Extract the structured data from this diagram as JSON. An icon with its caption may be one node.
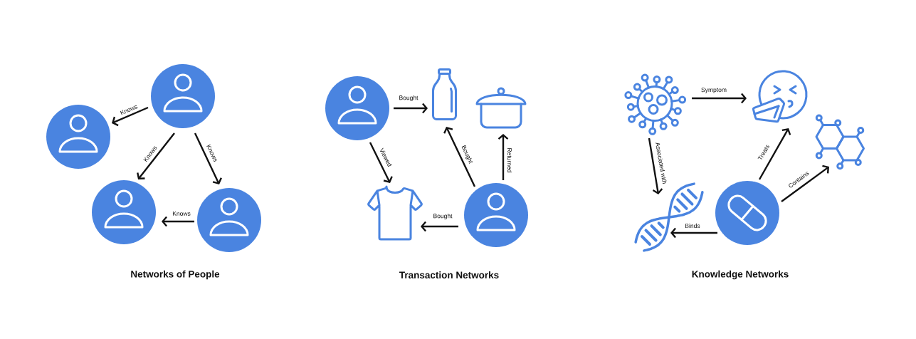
{
  "diagram": {
    "nodes": [
      {
        "text": [],
        "shape": "person"
      },
      {
        "text": [],
        "shape": "person"
      },
      {
        "text": [],
        "shape": "person"
      },
      {
        "text": [],
        "shape": "person"
      },
      {
        "text": [],
        "shape": "person"
      },
      {
        "text": [],
        "shape": "picture"
      },
      {
        "text": [],
        "shape": "picture"
      },
      {
        "text": [],
        "shape": "picture"
      },
      {
        "text": [],
        "shape": "person"
      },
      {
        "text": [],
        "shape": "picture"
      },
      {
        "text": [],
        "shape": "picture"
      },
      {
        "text": [],
        "shape": "picture"
      },
      {
        "text": [],
        "shape": "picture"
      },
      {
        "text": [],
        "shape": "circle"
      }
    ],
    "edges": [
      {
        "from": 0,
        "to": 1,
        "arrow": "to",
        "label": "Knows"
      },
      {
        "from": 0,
        "to": 2,
        "arrow": "to",
        "label": "Knows"
      },
      {
        "from": 0,
        "to": 3,
        "arrow": "to",
        "label": "Knows"
      },
      {
        "from": 3,
        "to": 2,
        "arrow": "to",
        "label": "Knows"
      },
      {
        "from": 4,
        "to": 5,
        "arrow": "to",
        "label": "Bought"
      },
      {
        "from": 4,
        "to": 7,
        "arrow": "to",
        "label": "Viewed"
      },
      {
        "from": 8,
        "to": 5,
        "arrow": "to",
        "label": "Bought"
      },
      {
        "from": 8,
        "to": 6,
        "arrow": "to",
        "label": "Returned"
      },
      {
        "from": 8,
        "to": 7,
        "arrow": "to",
        "label": "Bought"
      },
      {
        "from": 9,
        "to": 10,
        "arrow": "to",
        "label": "Symptom"
      },
      {
        "from": 9,
        "to": 12,
        "arrow": "to",
        "label": "Associated with"
      },
      {
        "from": 13,
        "to": 10,
        "arrow": "to",
        "label": "Treats"
      },
      {
        "from": 13,
        "to": 11,
        "arrow": "to",
        "label": "Contains"
      },
      {
        "from": 13,
        "to": 12,
        "arrow": "to",
        "label": "Binds"
      }
    ],
    "labels": [
      "Networks of People",
      "Transaction Networks",
      "Knowledge Networks"
    ]
  }
}
